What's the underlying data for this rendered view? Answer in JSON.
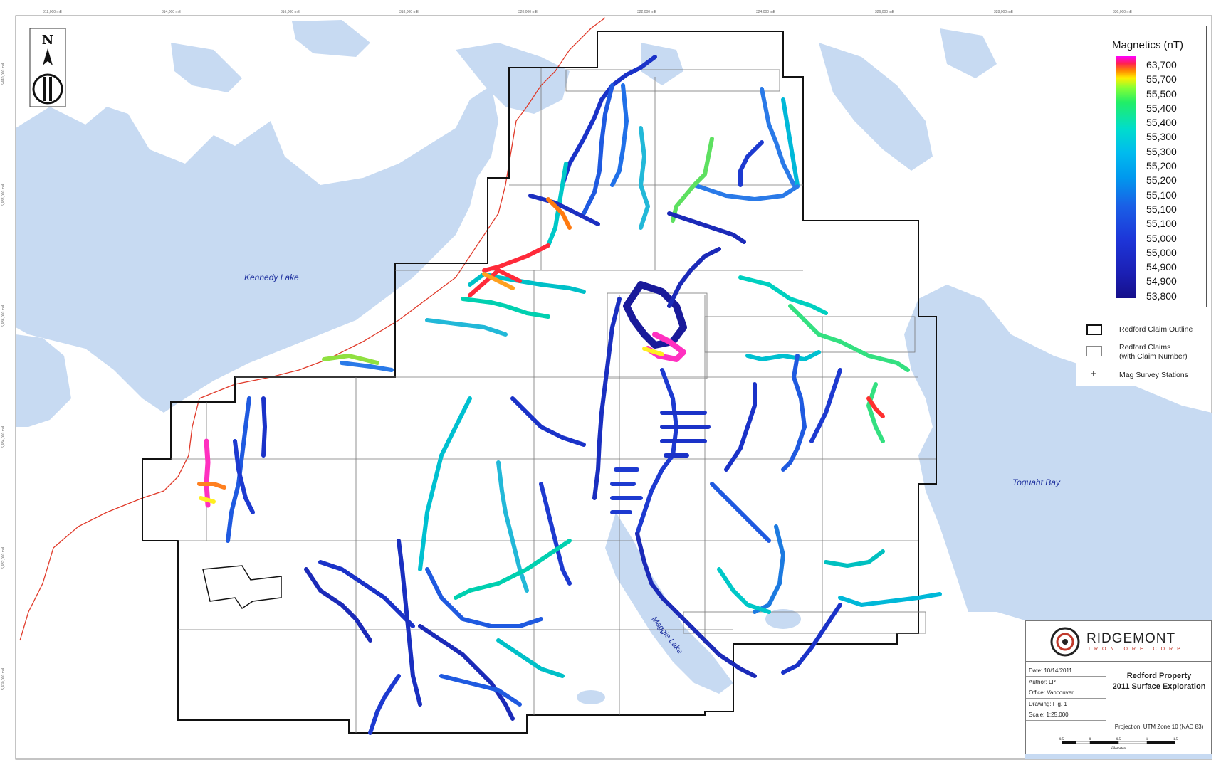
{
  "map": {
    "labels": {
      "kennedy_lake": "Kennedy Lake",
      "toquaht_bay": "Toquaht Bay",
      "maggie_lake": "Maggie Lake"
    },
    "north_arrow": "N",
    "colors": {
      "water": "#c7daf2",
      "land": "#ffffff",
      "road": "#e03a2a",
      "claim_outline": "#111111",
      "claim_grid": "#777777"
    },
    "top_eastings": [
      "312,000 mE",
      "314,000 mE",
      "316,000 mE",
      "318,000 mE",
      "320,000 mE",
      "322,000 mE",
      "324,000 mE",
      "326,000 mE",
      "328,000 mE",
      "330,000 mE"
    ],
    "left_northings": [
      "5,440,000 mN",
      "5,438,000 mN",
      "5,436,000 mN",
      "5,434,000 mN",
      "5,432,000 mN",
      "5,430,000 mN"
    ]
  },
  "legend": {
    "title": "Magnetics (nT)",
    "values": [
      "63,700",
      "55,700",
      "55,500",
      "55,400",
      "55,400",
      "55,300",
      "55,300",
      "55,200",
      "55,200",
      "55,100",
      "55,100",
      "55,100",
      "55,000",
      "55,000",
      "54,900",
      "54,900",
      "53,800"
    ]
  },
  "symbols": [
    {
      "label": "Redford Claim Outline",
      "icon": "thick-outline-square"
    },
    {
      "label": "Redford Claims\n(with Claim Number)",
      "icon": "thin-outline-square"
    },
    {
      "label": "Mag Survey Stations",
      "icon": "plus-icon"
    }
  ],
  "titleblock": {
    "company": "RIDGEMONT",
    "company_sub": "IRON ORE CORP",
    "fields": [
      "Date: 10/14/2011",
      "Author: LP",
      "Office: Vancouver",
      "Drawing: Fig. 1",
      "Scale: 1:25,000"
    ],
    "title_line1": "Redford Property",
    "title_line2": "2011 Surface Exploration",
    "projection": "Projection: UTM Zone 10 (NAD 83)",
    "scale_labels": [
      "0.5",
      "0",
      "0.5",
      "1",
      "1.5"
    ],
    "scale_unit": "Kilometers"
  }
}
